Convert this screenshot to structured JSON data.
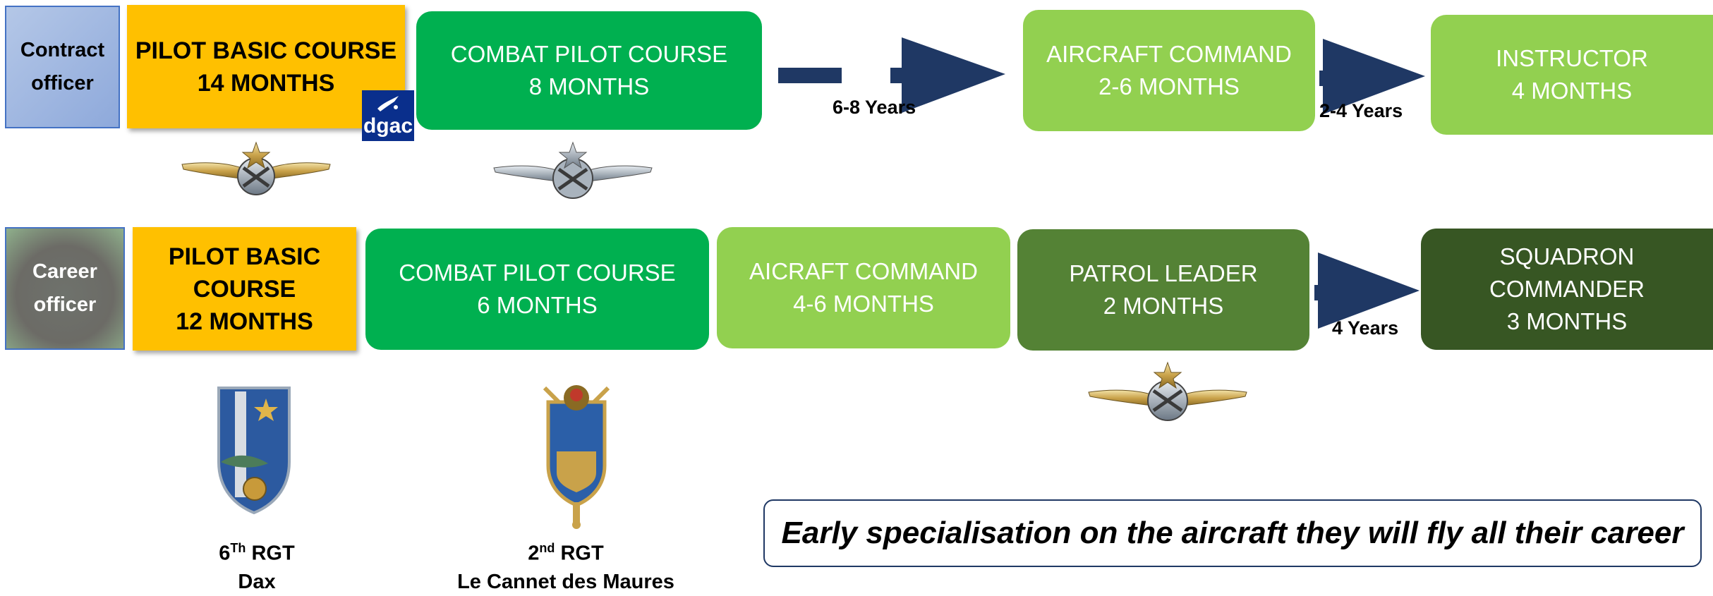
{
  "colors": {
    "basic": "#ffc000",
    "combat": "#00b050",
    "light_green": "#92d050",
    "patrol": "#548235",
    "squadron": "#375623",
    "arrow": "#1f3864",
    "contract_label": "#8ea9db",
    "career_label": "#7f8c7d",
    "dgac": "#0a2f8c"
  },
  "contract_row": {
    "label": [
      "Contract",
      "officer"
    ],
    "basic_course": [
      "PILOT BASIC COURSE",
      "14 MONTHS"
    ],
    "dgac_logo": "dgac",
    "combat_course": [
      "COMBAT PILOT COURSE",
      "8 MONTHS"
    ],
    "gap1_years": "6-8 Years",
    "aircraft_command": [
      "AIRCRAFT COMMAND",
      "2-6 MONTHS"
    ],
    "gap2_years": "2-4 Years",
    "instructor": [
      "INSTRUCTOR",
      "4 MONTHS"
    ],
    "insignia_icons": [
      "pilot-wings-badge-icon",
      "combat-pilot-wings-badge-icon"
    ]
  },
  "career_row": {
    "label": [
      "Career",
      "officer"
    ],
    "basic_course": [
      "PILOT BASIC",
      "COURSE",
      "12 MONTHS"
    ],
    "combat_course": [
      "COMBAT PILOT COURSE",
      "6 MONTHS"
    ],
    "aircraft_command": [
      "AICRAFT COMMAND",
      "4-6 MONTHS"
    ],
    "patrol_leader": [
      "PATROL LEADER",
      "2 MONTHS"
    ],
    "gap_years": "4 Years",
    "squadron_commander": [
      "SQUADRON",
      "COMMANDER",
      "3 MONTHS"
    ],
    "insignia_icons": [
      "patrol-leader-wings-badge-icon"
    ]
  },
  "regiments": [
    {
      "num": "6",
      "sup": "Th",
      "suffix": " RGT",
      "place": "Dax",
      "icon": "regiment-6-crest-icon"
    },
    {
      "num": "2",
      "sup": "nd",
      "suffix": " RGT",
      "place": "Le Cannet des Maures",
      "icon": "regiment-2-crest-icon"
    }
  ],
  "note": "Early specialisation on the aircraft they will fly all their career"
}
